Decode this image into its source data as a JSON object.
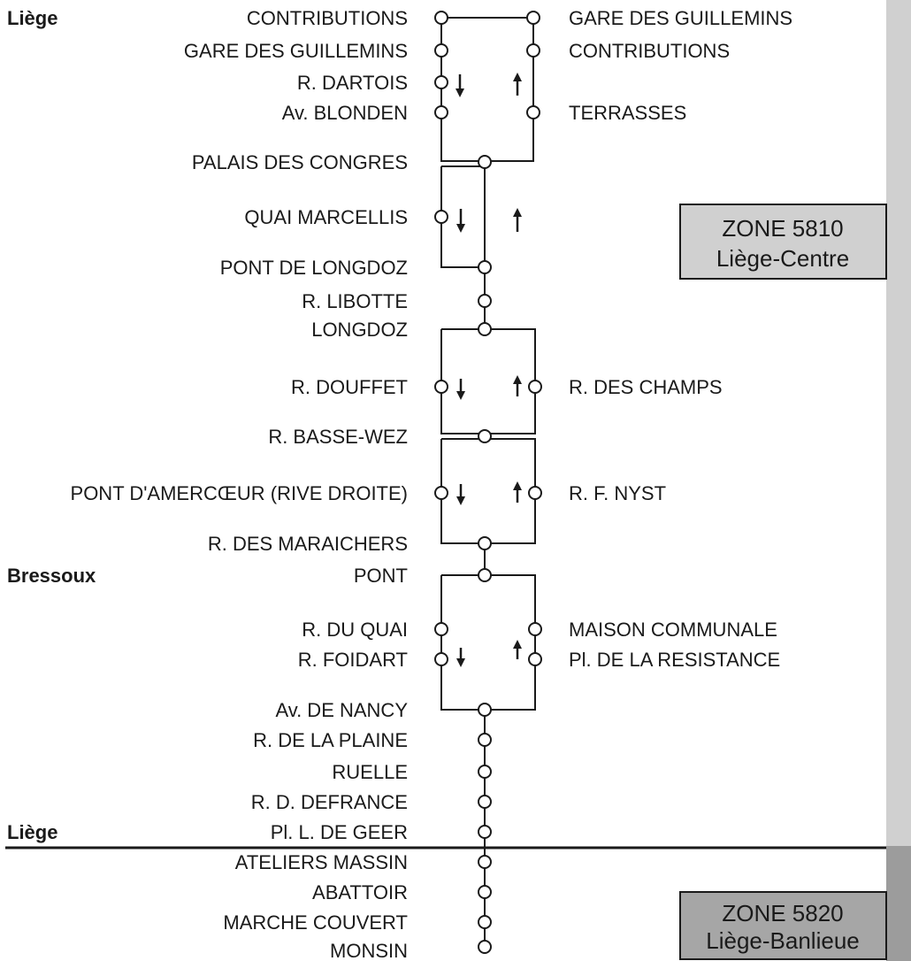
{
  "communes": {
    "liege_top": "Liège",
    "bressoux": "Bressoux",
    "liege_bottom": "Liège"
  },
  "stops_left": {
    "contributions": "CONTRIBUTIONS",
    "gare_guillemins": "GARE DES GUILLEMINS",
    "r_dartois": "R. DARTOIS",
    "av_blonden": "Av. BLONDEN",
    "palais_congres": "PALAIS DES CONGRES",
    "quai_marcellis": "QUAI MARCELLIS",
    "pont_longdoz": "PONT DE LONGDOZ",
    "r_libotte": "R. LIBOTTE",
    "longdoz": "LONGDOZ",
    "r_douffet": "R. DOUFFET",
    "r_basse_wez": "R. BASSE-WEZ",
    "pont_amercoeur": "PONT D'AMERCŒUR (RIVE DROITE)",
    "r_maraichers": "R. DES MARAICHERS",
    "pont": "PONT",
    "r_du_quai": "R. DU QUAI",
    "r_foidart": "R. FOIDART",
    "av_nancy": "Av. DE NANCY",
    "r_la_plaine": "R. DE LA PLAINE",
    "ruelle": "RUELLE",
    "r_defrance": "R. D. DEFRANCE",
    "pl_de_geer": "Pl. L. DE GEER",
    "ateliers_massin": "ATELIERS MASSIN",
    "abattoir": "ABATTOIR",
    "marche_couvert": "MARCHE COUVERT",
    "monsin": "MONSIN"
  },
  "stops_right": {
    "gare_guillemins": "GARE DES GUILLEMINS",
    "contributions": "CONTRIBUTIONS",
    "terrasses": "TERRASSES",
    "r_des_champs": "R. DES CHAMPS",
    "r_f_nyst": "R. F. NYST",
    "maison_communale": "MAISON COMMUNALE",
    "pl_resistance": "Pl. DE LA RESISTANCE"
  },
  "zones": {
    "centre": {
      "code": "ZONE 5810",
      "name": "Liège-Centre",
      "fill": "#d0d0d0"
    },
    "banlieue": {
      "code": "ZONE 5820",
      "name": "Liège-Banlieue",
      "fill": "#a6a6a6"
    }
  },
  "colors": {
    "line": "#1a1a1a",
    "band_centre": "#d0d0d0",
    "band_banlieue": "#9c9c9c"
  }
}
